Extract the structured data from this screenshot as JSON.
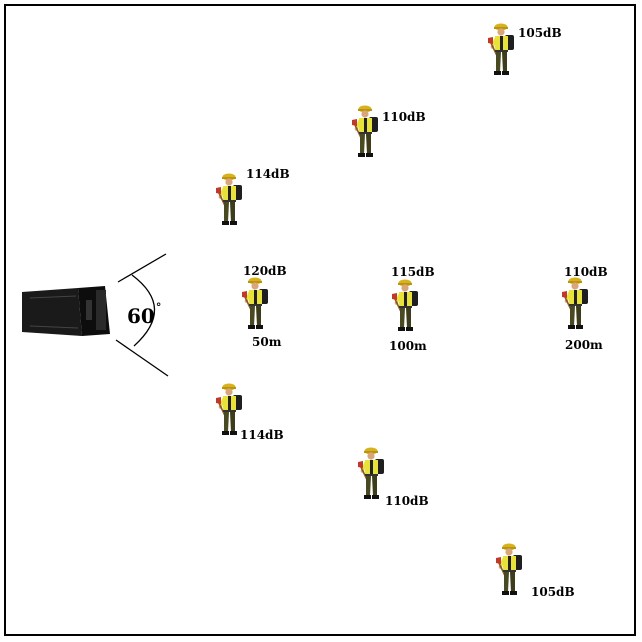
{
  "diagram": {
    "source": {
      "icon": "long-range-acoustic-device-icon",
      "beam_angle": "60",
      "degree_symbol": "°"
    },
    "figures": [
      {
        "id": "t1",
        "icon": "firefighter-person-icon",
        "level": "105dB",
        "distance": ""
      },
      {
        "id": "t2",
        "icon": "firefighter-person-icon",
        "level": "110dB",
        "distance": ""
      },
      {
        "id": "t3",
        "icon": "firefighter-person-icon",
        "level": "114dB",
        "distance": ""
      },
      {
        "id": "c1",
        "icon": "firefighter-person-icon",
        "level": "120dB",
        "distance": "50m"
      },
      {
        "id": "c2",
        "icon": "firefighter-person-icon",
        "level": "115dB",
        "distance": "100m"
      },
      {
        "id": "c3",
        "icon": "firefighter-person-icon",
        "level": "110dB",
        "distance": "200m"
      },
      {
        "id": "b1",
        "icon": "firefighter-person-icon",
        "level": "114dB",
        "distance": ""
      },
      {
        "id": "b2",
        "icon": "firefighter-person-icon",
        "level": "110dB",
        "distance": ""
      },
      {
        "id": "b3",
        "icon": "firefighter-person-icon",
        "level": "105dB",
        "distance": ""
      }
    ]
  }
}
